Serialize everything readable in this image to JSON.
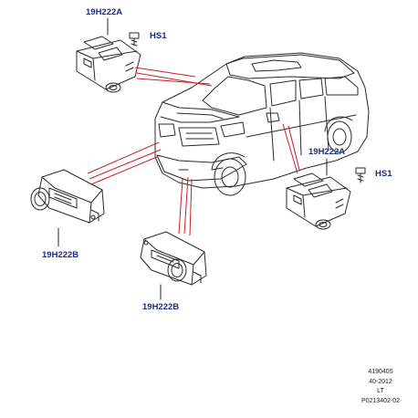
{
  "colors": {
    "callout_text": "#1f2a86",
    "leader_line": "#c8202a",
    "drawing_line": "#2a2a2a"
  },
  "callouts": {
    "part_a_top": "19H222A",
    "screw_top": "HS1",
    "part_a_right": "19H222A",
    "screw_right": "HS1",
    "part_b_left": "19H222B",
    "part_b_bottom": "19H222B"
  },
  "reference": {
    "line1": "4190405",
    "line2": "40-2012",
    "line3": "LT",
    "line4": "P0213402-02"
  }
}
